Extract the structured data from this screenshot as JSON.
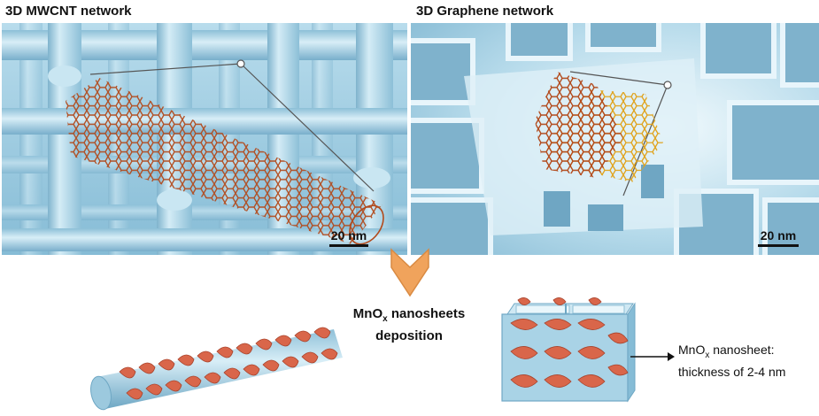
{
  "left_panel": {
    "title": "3D MWCNT network",
    "scale_label": "20 nm"
  },
  "right_panel": {
    "title": "3D Graphene network",
    "scale_label": "20 nm"
  },
  "deposition_caption": {
    "line1_prefix": "MnO",
    "line1_sub": "x",
    "line1_suffix": " nanosheets",
    "line2": "deposition"
  },
  "nanosheet_note": {
    "line1_prefix": "MnO",
    "line1_sub": "x",
    "line1_suffix": " nanosheet:",
    "line2": "thickness of 2-4 nm"
  },
  "colors": {
    "scaffold_blue": "#a9d3e6",
    "scaffold_dark": "#6ea7c4",
    "carbon_lattice": "#b24a1c",
    "lattice_highlight": "#e0a21a",
    "mnox_sheet": "#d9664a",
    "arrow_orange": "#f0a35c"
  }
}
